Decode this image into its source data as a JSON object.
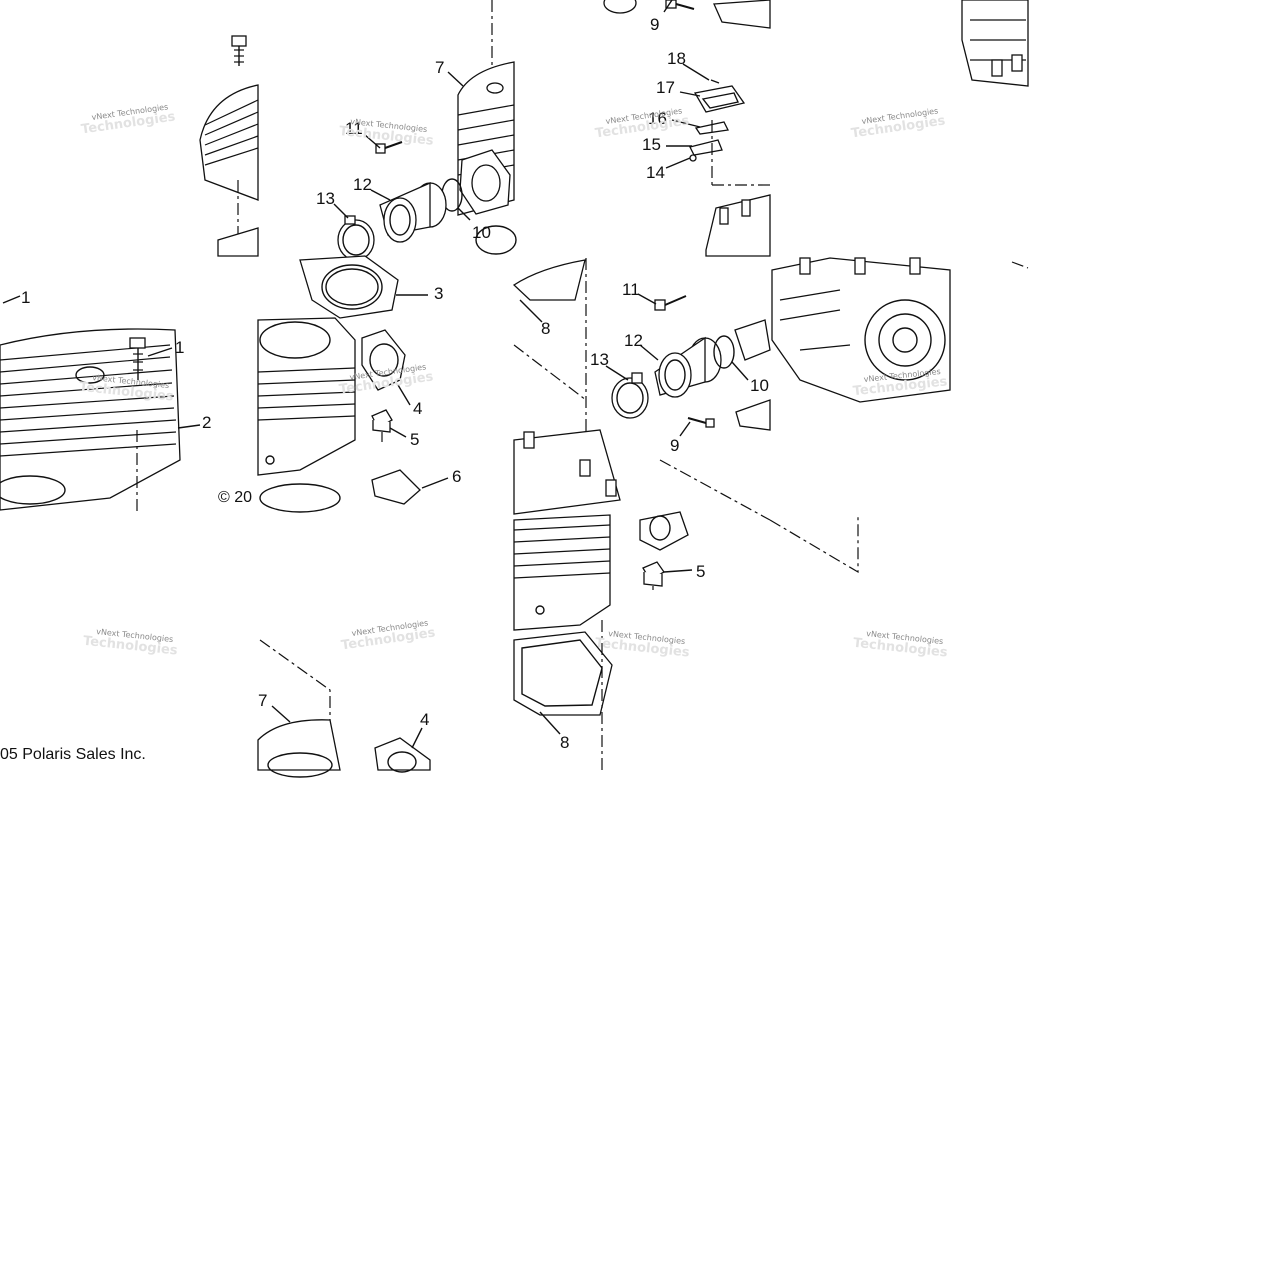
{
  "callouts": {
    "t1": [
      "9",
      "18",
      "17",
      "16",
      "15",
      "14"
    ],
    "t2": [
      "7",
      "11",
      "12",
      "13",
      "10"
    ],
    "t3": [
      "1",
      "1",
      "2"
    ],
    "t4": [
      "3",
      "4",
      "5",
      "6"
    ],
    "t5": [
      "8",
      "11",
      "12",
      "13",
      "10",
      "9"
    ],
    "t6": [
      "5",
      "7",
      "4",
      "8"
    ]
  },
  "copyright": {
    "left": "05 Polaris Sales Inc.",
    "fragment": "© 20"
  },
  "watermark": {
    "text": "vNext Technologies",
    "shadow": "Technologies"
  },
  "colors": {
    "line": "#111111",
    "background": "#ffffff",
    "watermark": "#8a8a8a"
  }
}
